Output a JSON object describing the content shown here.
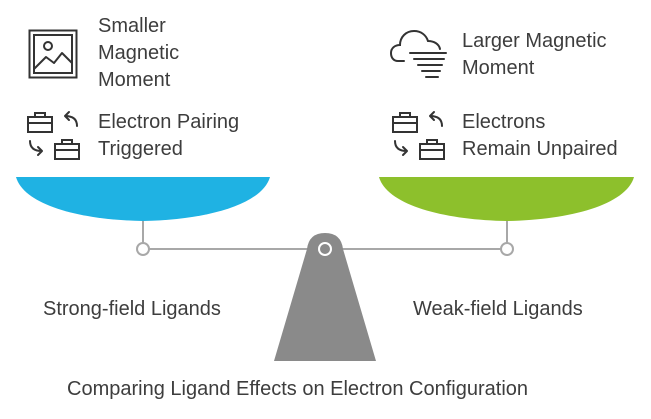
{
  "left": {
    "outcome_line1": "Smaller",
    "outcome_line2": "Magnetic",
    "outcome_line3": "Moment",
    "pairing_line1": "Electron Pairing",
    "pairing_line2": "Triggered",
    "ligand_label": "Strong-field Ligands",
    "pan_color": "#1FB2E3"
  },
  "right": {
    "outcome_line1": "Larger Magnetic",
    "outcome_line2": "Moment",
    "pairing_line1": "Electrons",
    "pairing_line2": "Remain Unpaired",
    "ligand_label": "Weak-field Ligands",
    "pan_color": "#8DC02C"
  },
  "caption": "Comparing Ligand Effects on Electron Configuration",
  "icons": {
    "left_outcome": "image-frame-icon",
    "right_outcome": "cloud-wind-icon",
    "pairing": "toolbox-arrow-icon"
  },
  "colors": {
    "beam": "#a8a8a8",
    "fulcrum": "#8a8a8a",
    "text": "#3d3d3d"
  }
}
